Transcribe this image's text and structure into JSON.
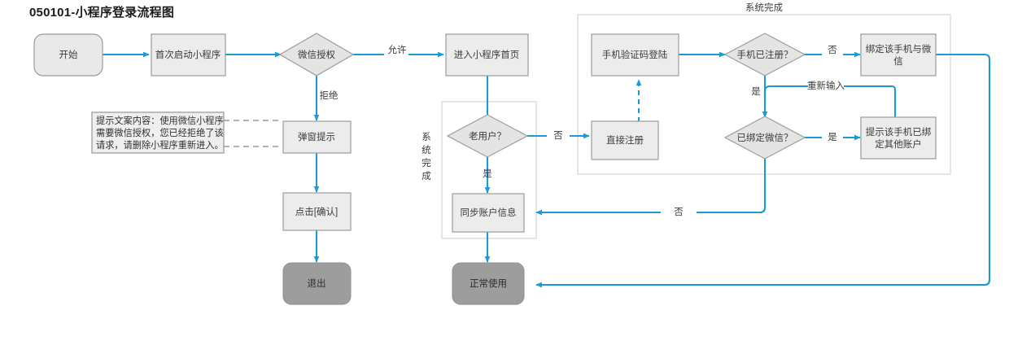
{
  "title": "050101-小程序登录流程图",
  "colors": {
    "flow_line": "#1b9ad6",
    "node_fill": "#ececec",
    "node_border": "#9b9b9b",
    "terminal_fill": "#9d9d9d",
    "group_border": "#d2d2d2",
    "note_dash": "#9a9a9a"
  },
  "nodes": {
    "start": "开始",
    "first_launch": "首次启动小程序",
    "wx_auth": "微信授权",
    "enter_home": "进入小程序首页",
    "popup_tip": "弹窗提示",
    "click_confirm": "点击[确认]",
    "exit": "退出",
    "old_user": "老用户？",
    "sync_account": "同步账户信息",
    "normal_use": "正常使用",
    "sms_login": "手机验证码登陆",
    "direct_register": "直接注册",
    "phone_registered": "手机已注册？",
    "bind_phone_wx_l1": "绑定该手机与微",
    "bind_phone_wx_l2": "信",
    "wx_bound": "已绑定微信？",
    "tip_bound_other_l1": "提示该手机已绑",
    "tip_bound_other_l2": "定其他账户"
  },
  "note": {
    "line1": "提示文案内容：使用微信小程序",
    "line2": "需要微信授权，您已经拒绝了该",
    "line3": "请求，请删除小程序重新进入。"
  },
  "edge_labels": {
    "allow": "允许",
    "refuse": "拒绝",
    "no_old_user": "否",
    "yes_old_user": "是",
    "no_registered": "否",
    "yes_registered": "是",
    "reinput": "重新输入",
    "yes_bound": "是",
    "no_bound": "否"
  },
  "groups": {
    "right_top_label": "系统完成",
    "middle_vertical_label": [
      "系",
      "统",
      "完",
      "成"
    ]
  }
}
